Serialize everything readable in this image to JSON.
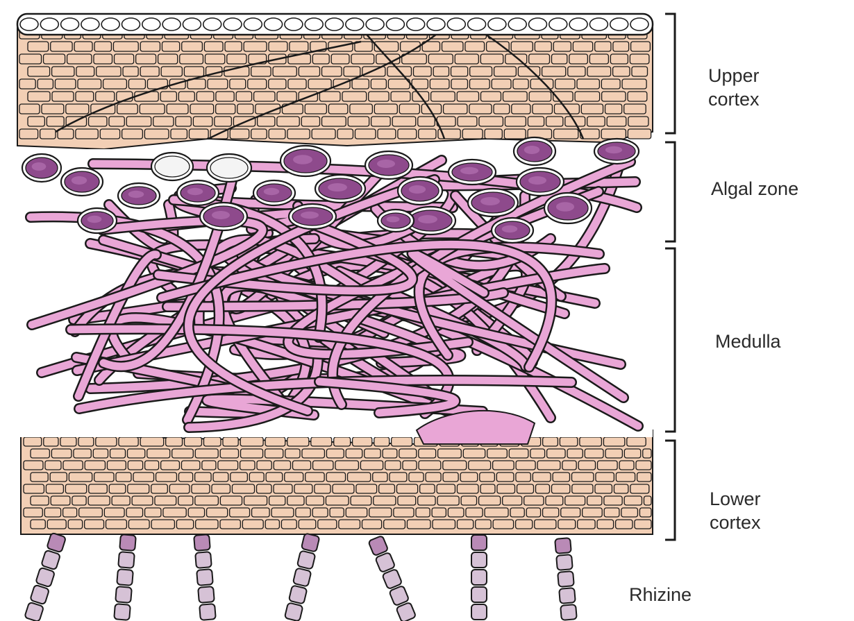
{
  "diagram": {
    "labels": {
      "upper_cortex": "Upper\ncortex",
      "algal_zone": "Algal zone",
      "medulla": "Medulla",
      "lower_cortex": "Lower\ncortex",
      "rhizine": "Rhizine"
    },
    "colors": {
      "cortex_fill": "#f2cfb5",
      "epidermis_fill": "#ffffff",
      "algal_cell": "#8e4a8c",
      "algal_core": "#a865a6",
      "hyphae": "#e9a6d6",
      "medulla_gap": "#ffffff",
      "outline": "#1a1a1a",
      "rhizine_fill": "#d6c2d6"
    }
  }
}
